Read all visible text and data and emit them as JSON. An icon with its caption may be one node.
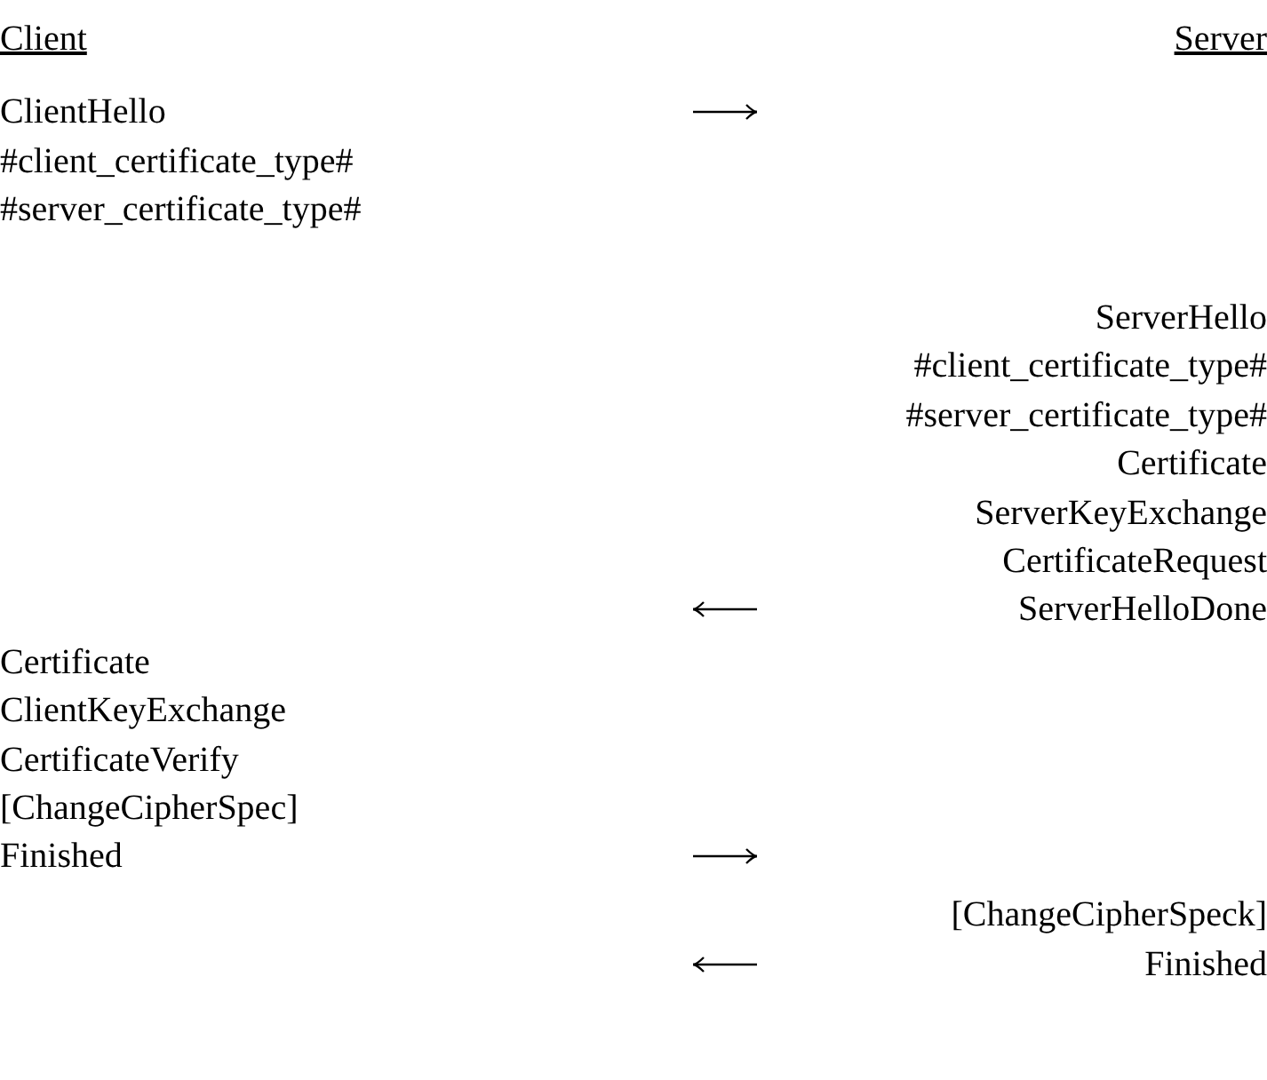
{
  "diagram": {
    "labels": [
      "Client",
      "Server",
      "ClientHello",
      "#client_certificate_type#",
      "#server_certificate_type#",
      "ServerHello",
      "#client_certificate_type#",
      "#server_certificate_type#",
      "Certificate",
      "ServerKeyExchange",
      "CertificateRequest",
      "ServerHelloDone",
      "Certificate",
      "ClientKeyExchange",
      "CertificateVerify",
      "[ChangeCipherSpec]",
      "Finished",
      "[ChangeCipherSpeck]",
      "Finished"
    ]
  }
}
